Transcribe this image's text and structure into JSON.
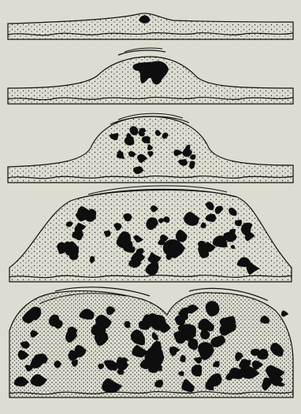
{
  "figure": {
    "caption": "",
    "stage_count": 5,
    "colors": {
      "paper": "#dcdcd0",
      "ink": "#111111",
      "stipple": "#2a2a2a",
      "blob_fill": "#0e0e0e"
    },
    "stages": [
      {
        "name": "stage-1",
        "description": ""
      },
      {
        "name": "stage-2",
        "description": ""
      },
      {
        "name": "stage-3",
        "description": ""
      },
      {
        "name": "stage-4",
        "description": ""
      },
      {
        "name": "stage-5",
        "description": ""
      }
    ]
  }
}
